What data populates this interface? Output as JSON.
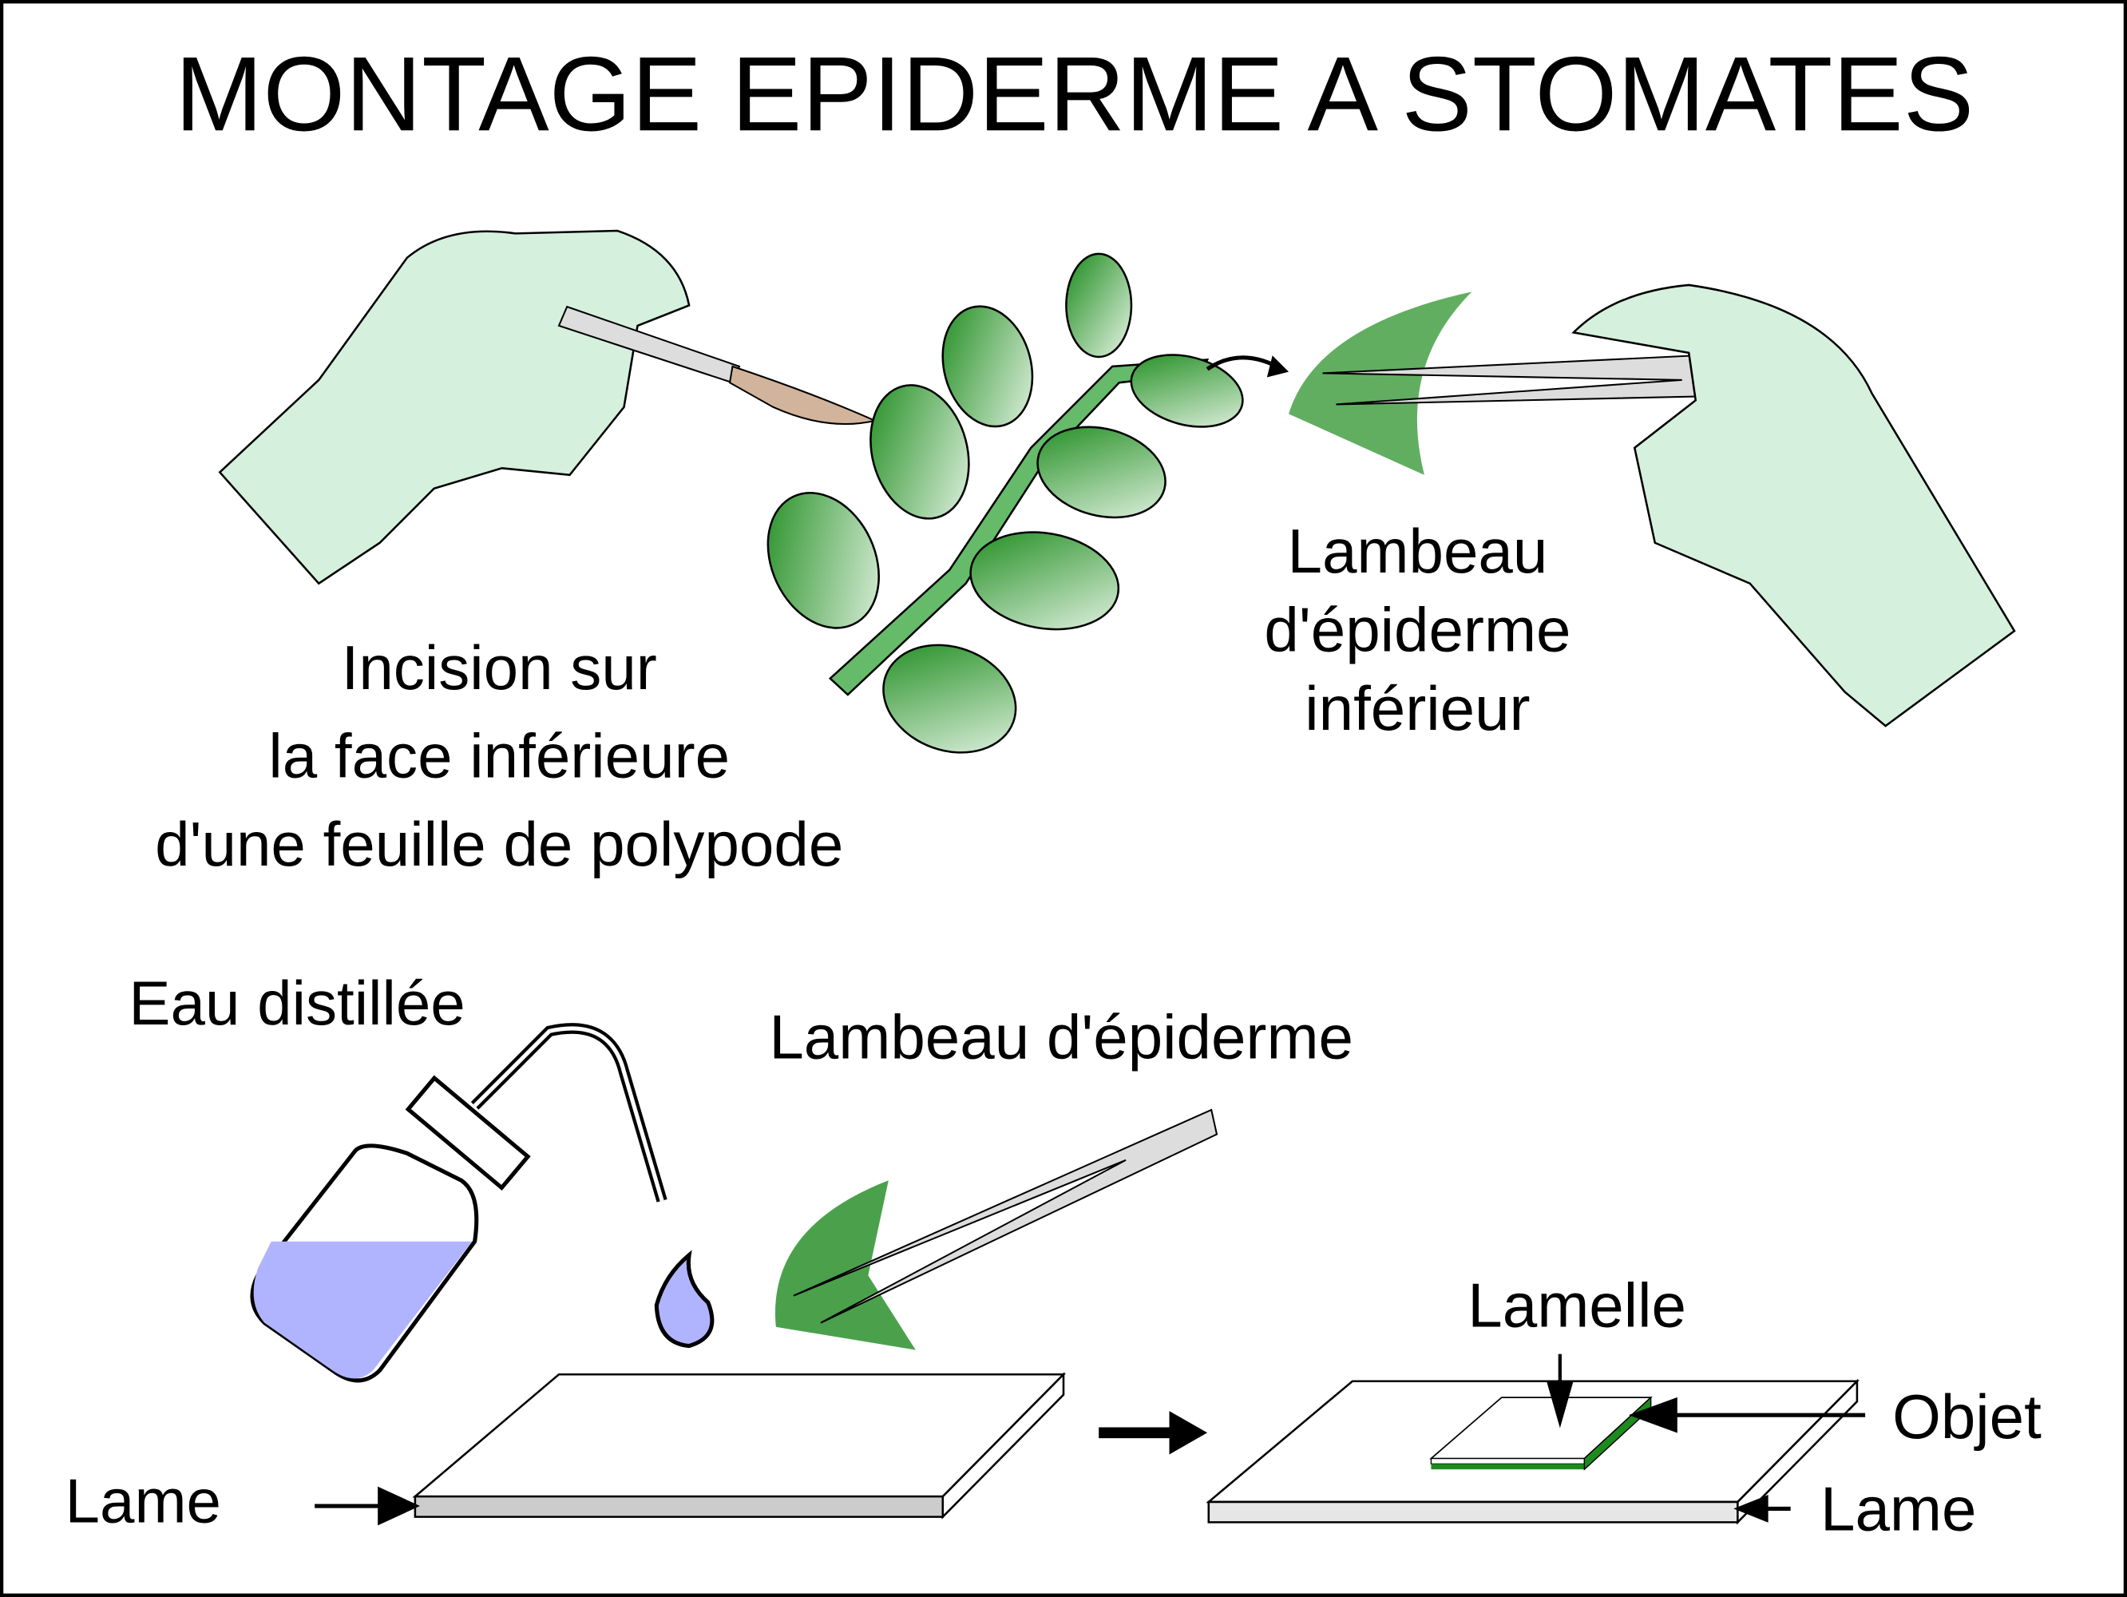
{
  "title": "MONTAGE EPIDERME A STOMATES",
  "step1": {
    "caption_lines": [
      "Incision sur",
      "la face inférieure",
      "d'une feuille de polypode"
    ]
  },
  "step2": {
    "caption_lines": [
      "Lambeau",
      "d'épiderme",
      "inférieur"
    ]
  },
  "step3": {
    "water_label": "Eau distillée",
    "flap_label": "Lambeau d'épiderme",
    "slide_label_left": "Lame",
    "coverslip_label": "Lamelle",
    "object_label": "Objet",
    "slide_label_right": "Lame"
  },
  "colors": {
    "glove": "#d5f0dc",
    "leaf_dark": "#1e8a1e",
    "flap_green": "#3a9a3a",
    "water": "#b0b4ff",
    "slide_edge": "#cccccc"
  }
}
